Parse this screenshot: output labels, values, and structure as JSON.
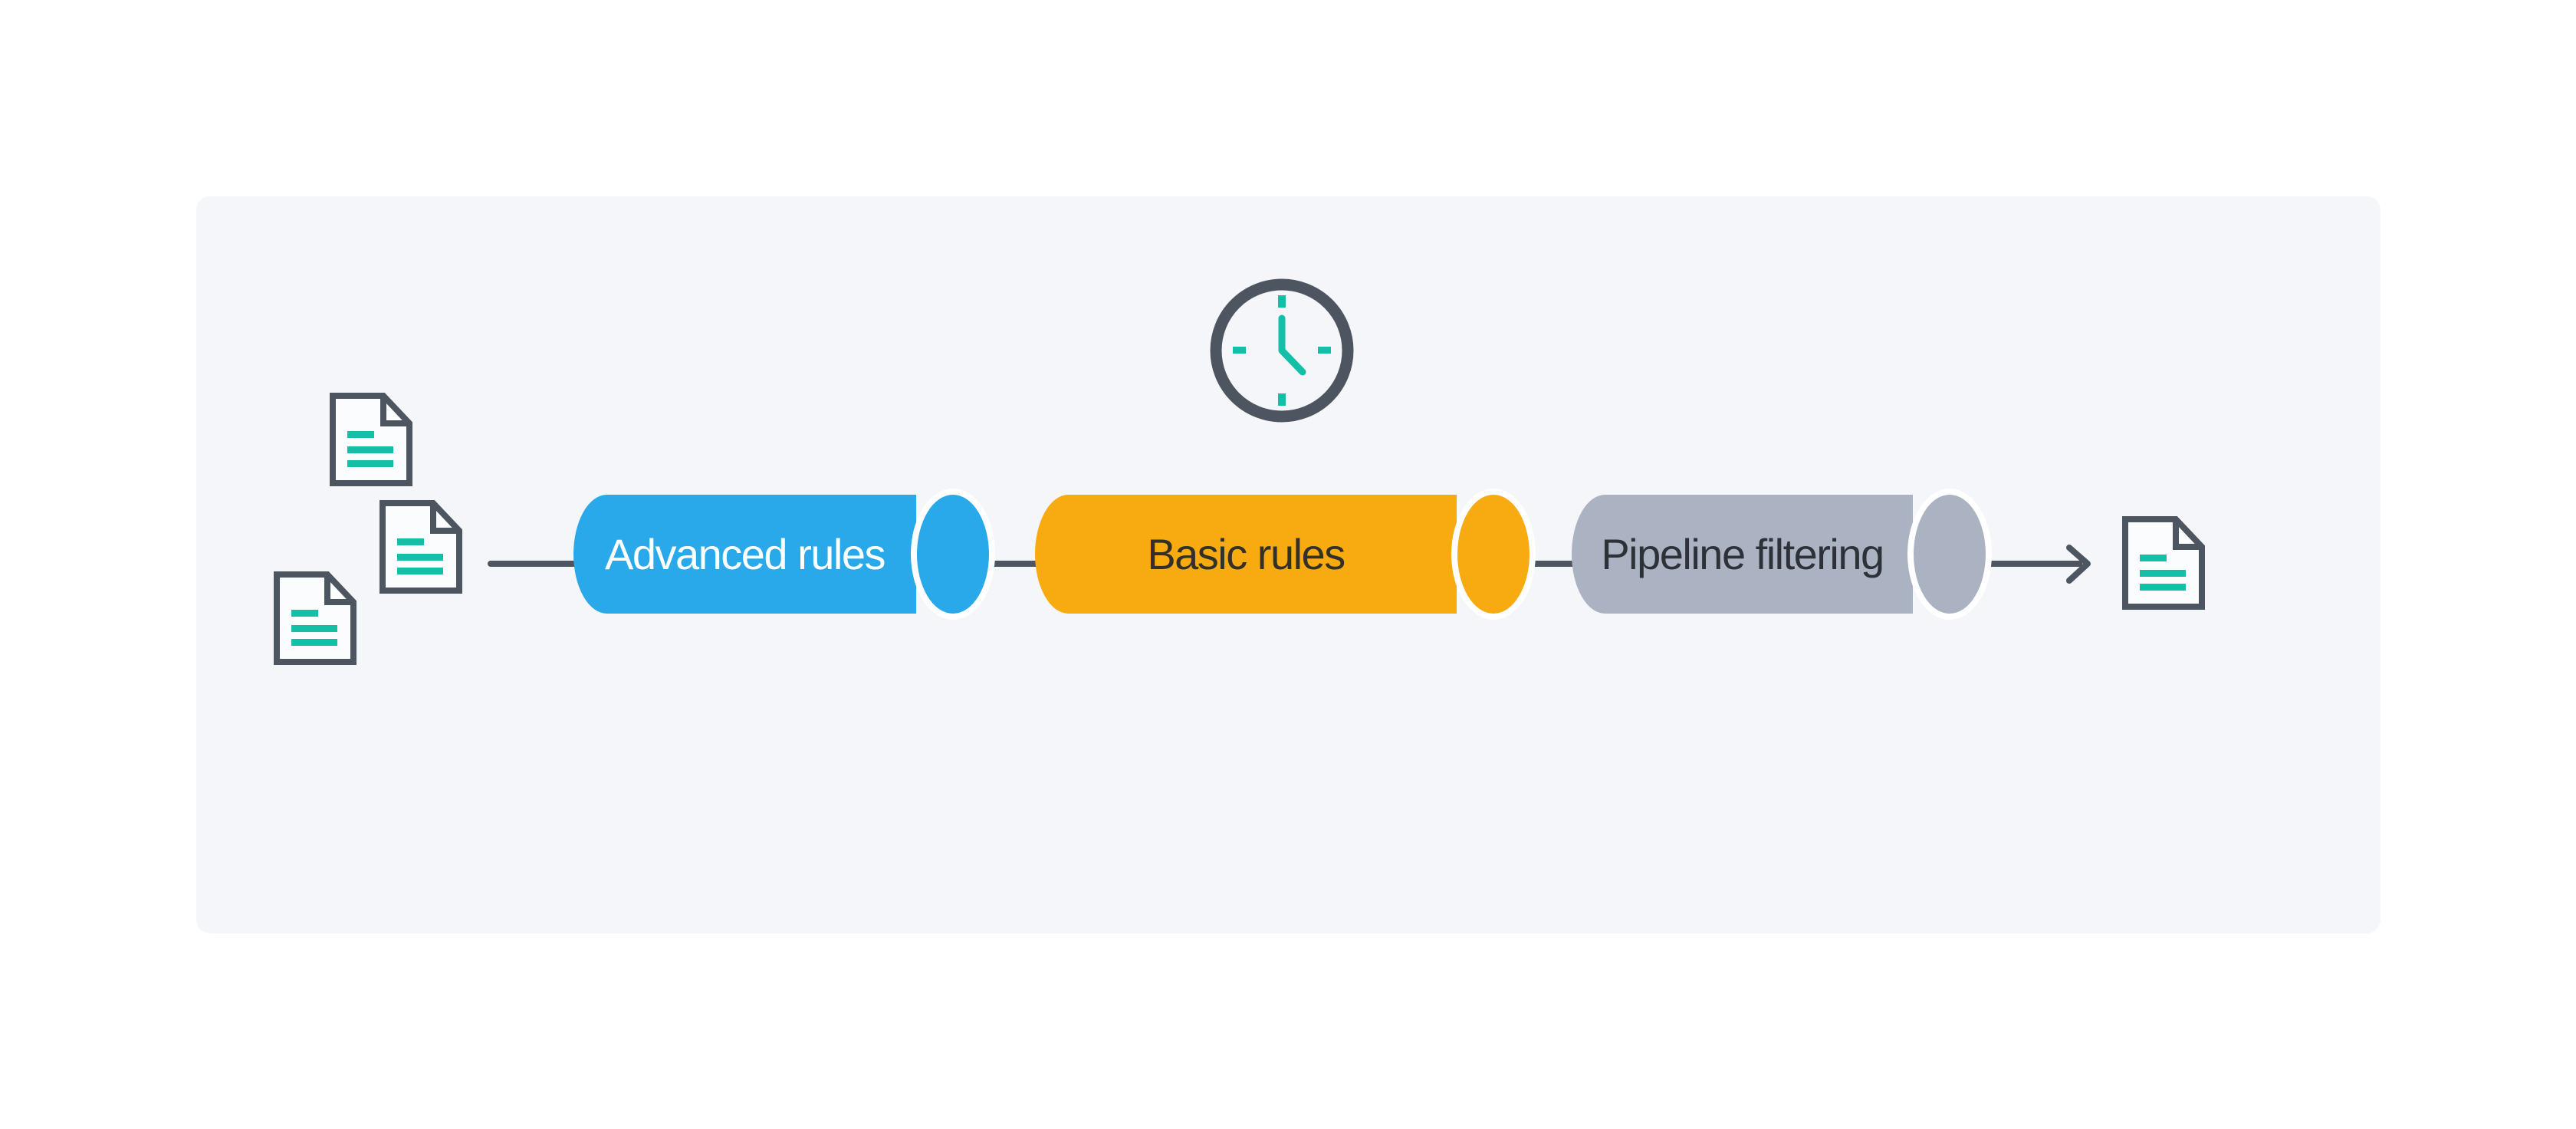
{
  "diagram": {
    "description_labels": [],
    "colors": {
      "page_bg": "#ffffff",
      "panel_bg": "#f4f6f9",
      "slate": "#4d5561",
      "teal": "#14bfa7",
      "cap_ring": "#ffffff",
      "doc_fill": "#fbfcfe"
    }
  },
  "pipeline": {
    "stages": [
      {
        "label": "Advanced rules",
        "color": "#29a9e9",
        "text_color": "#ffffff"
      },
      {
        "label": "Basic rules",
        "color": "#f8ab10",
        "text_color": "#33302a"
      },
      {
        "label": "Pipeline filtering",
        "color": "#abb3c2",
        "text_color": "#2d3138"
      }
    ],
    "connector_color": "#4d5561"
  },
  "icons": {
    "input_documents": {
      "count": 3,
      "name": "document-icon"
    },
    "output_documents": {
      "count": 1,
      "name": "document-icon"
    },
    "clock": {
      "name": "clock-icon",
      "time_shown": "hands at 12 and ~4:30"
    }
  }
}
